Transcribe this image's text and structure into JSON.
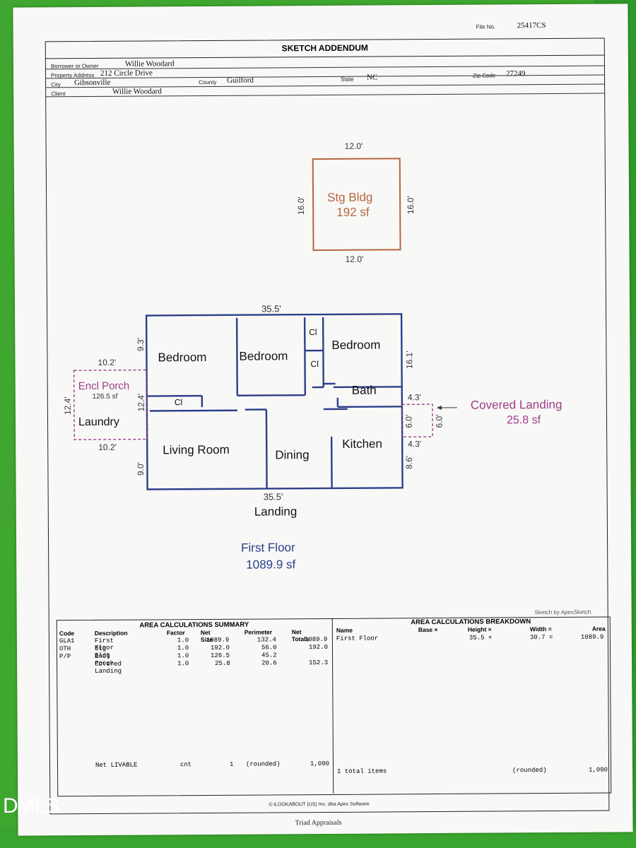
{
  "file_no_label": "File No.",
  "file_no": "25417CS",
  "title": "SKETCH ADDENDUM",
  "header": {
    "borrower_label": "Borrower or Owner",
    "borrower": "Willie Woodard",
    "address_label": "Property Address",
    "address": "212 Circle Drive",
    "city_label": "City",
    "city": "Gibsonville",
    "county_label": "County",
    "county": "Guilford",
    "state_label": "State",
    "state": "NC",
    "zip_label": "Zip Code",
    "zip": "27249",
    "client_label": "Client",
    "client": "Willie Woodard"
  },
  "sketch": {
    "stg_top": "12.0'",
    "stg_bottom": "12.0'",
    "stg_left": "16.0'",
    "stg_right": "16.0'",
    "stg_name": "Stg Bldg",
    "stg_area": "192 sf",
    "house_top": "35.5'",
    "house_bottom": "35.5'",
    "left_upper": "9.3'",
    "left_middle": "12.4'",
    "left_lower": "9.0'",
    "right_upper": "16.1'",
    "right_43a": "4.3'",
    "right_60": "6.0'",
    "right_43b": "4.3'",
    "right_86": "8.6'",
    "porch_top": "10.2'",
    "porch_bottom": "10.2'",
    "porch_left": "12.4'",
    "porch_name": "Encl Porch",
    "porch_area": "126.5 sf",
    "laundry": "Laundry",
    "bedroom1": "Bedroom",
    "bedroom2": "Bedroom",
    "bedroom3": "Bedroom",
    "cl1": "Cl",
    "cl2": "Cl",
    "cl3": "Cl",
    "bath": "Bath",
    "living": "Living Room",
    "dining": "Dining",
    "kitchen": "Kitchen",
    "landing": "Landing",
    "covered_landing": "Covered Landing",
    "covered_area": "25.8 sf",
    "landing_60": "6.0'",
    "floor_name": "First Floor",
    "floor_area": "1089.9 sf",
    "credit": "Sketch by ApexSketch"
  },
  "summary": {
    "title": "AREA CALCULATIONS SUMMARY",
    "headers": [
      "Code",
      "Description",
      "Factor",
      "Net Size",
      "Perimeter",
      "Net Totals"
    ],
    "rows": [
      [
        "GLA1",
        "First Floor",
        "1.0",
        "1089.9",
        "132.4",
        "1089.9"
      ],
      [
        "OTH",
        "Stg Bldg",
        "1.0",
        "192.0",
        "56.0",
        "192.0"
      ],
      [
        "P/P",
        "Encl Porch",
        "1.0",
        "126.5",
        "45.2",
        ""
      ],
      [
        "",
        "Covered Landing",
        "1.0",
        "25.8",
        "20.6",
        "152.3"
      ]
    ],
    "footer": [
      "Net LIVABLE",
      "cnt",
      "1",
      "(rounded)",
      "1,090"
    ]
  },
  "breakdown": {
    "title": "AREA CALCULATIONS BREAKDOWN",
    "headers": [
      "Name",
      "Base ×",
      "Height ×",
      "Width =",
      "Area"
    ],
    "rows": [
      [
        "First Floor",
        "",
        "35.5 ×",
        "30.7 =",
        "1089.9"
      ]
    ],
    "footer": [
      "1 total items",
      "(rounded)",
      "1,090"
    ]
  },
  "copyright": "© iLOOKABOUT (US) Inc. dba Apex Software",
  "bottom_text": "Triad Appraisals",
  "watermark": "DMLS"
}
